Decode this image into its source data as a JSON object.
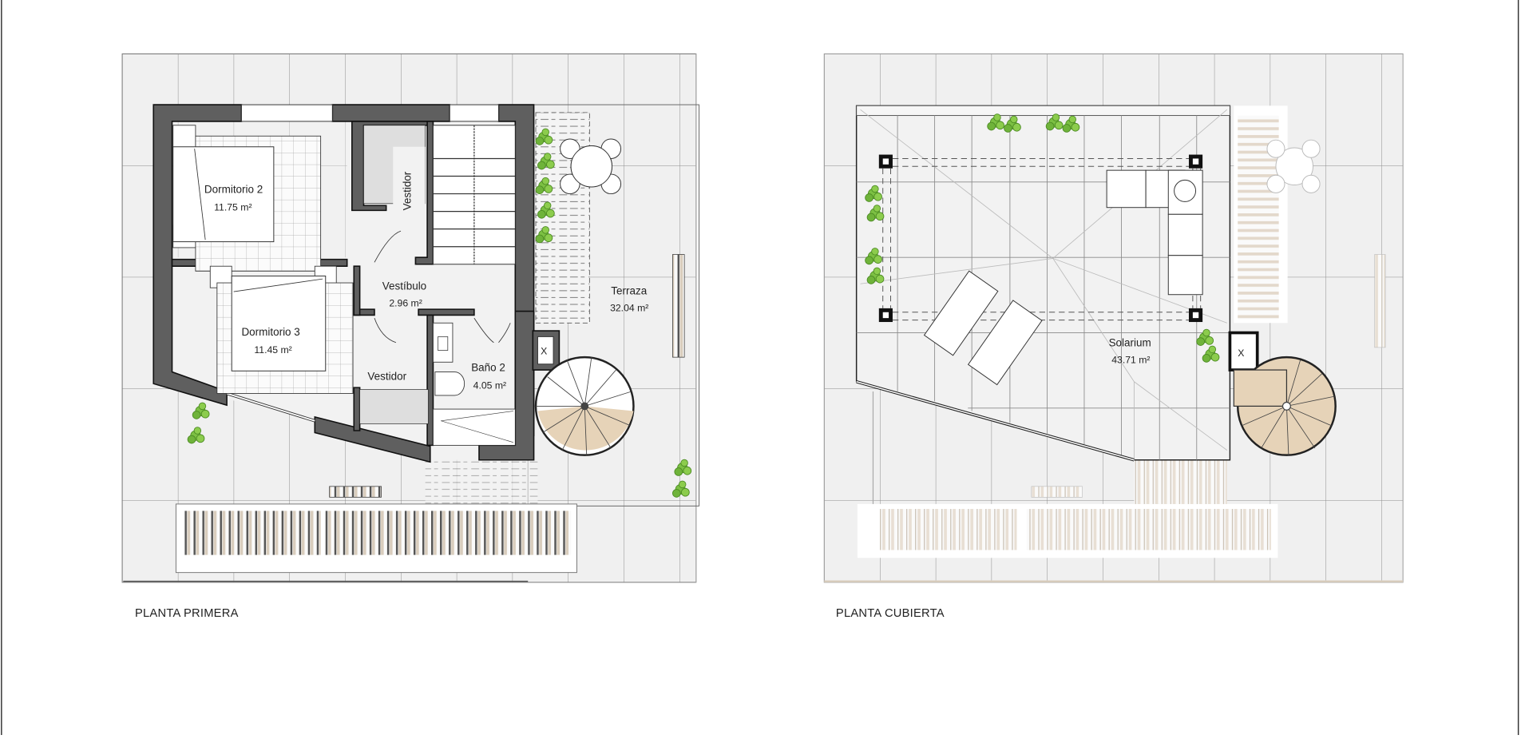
{
  "sheet": {
    "plans": [
      {
        "id": "planta-primera",
        "title": "PLANTA PRIMERA",
        "rooms": [
          {
            "name": "Dormitorio 2",
            "area": "11.75 m²"
          },
          {
            "name": "Dormitorio 3",
            "area": "11.45 m²"
          },
          {
            "name": "Vestíbulo",
            "area": "2.96 m²"
          },
          {
            "name": "Baño 2",
            "area": "4.05 m²"
          },
          {
            "name": "Terraza",
            "area": "32.04 m²"
          },
          {
            "name": "Vestidor",
            "area": ""
          },
          {
            "name": "Vestidor",
            "area": ""
          }
        ],
        "symbols": {
          "shaft_mark": "X"
        }
      },
      {
        "id": "planta-cubierta",
        "title": "PLANTA CUBIERTA",
        "rooms": [
          {
            "name": "Solarium",
            "area": "43.71 m²"
          }
        ],
        "symbols": {
          "shaft_mark": "X"
        }
      }
    ],
    "colors": {
      "wall": "#5f5f5f",
      "floor": "#f0f0f0",
      "grid": "#8a8a8a",
      "plant": "#6fb33a",
      "stair_wood": "#e6d3b8",
      "fence_beige": "#d9cdbd"
    }
  }
}
